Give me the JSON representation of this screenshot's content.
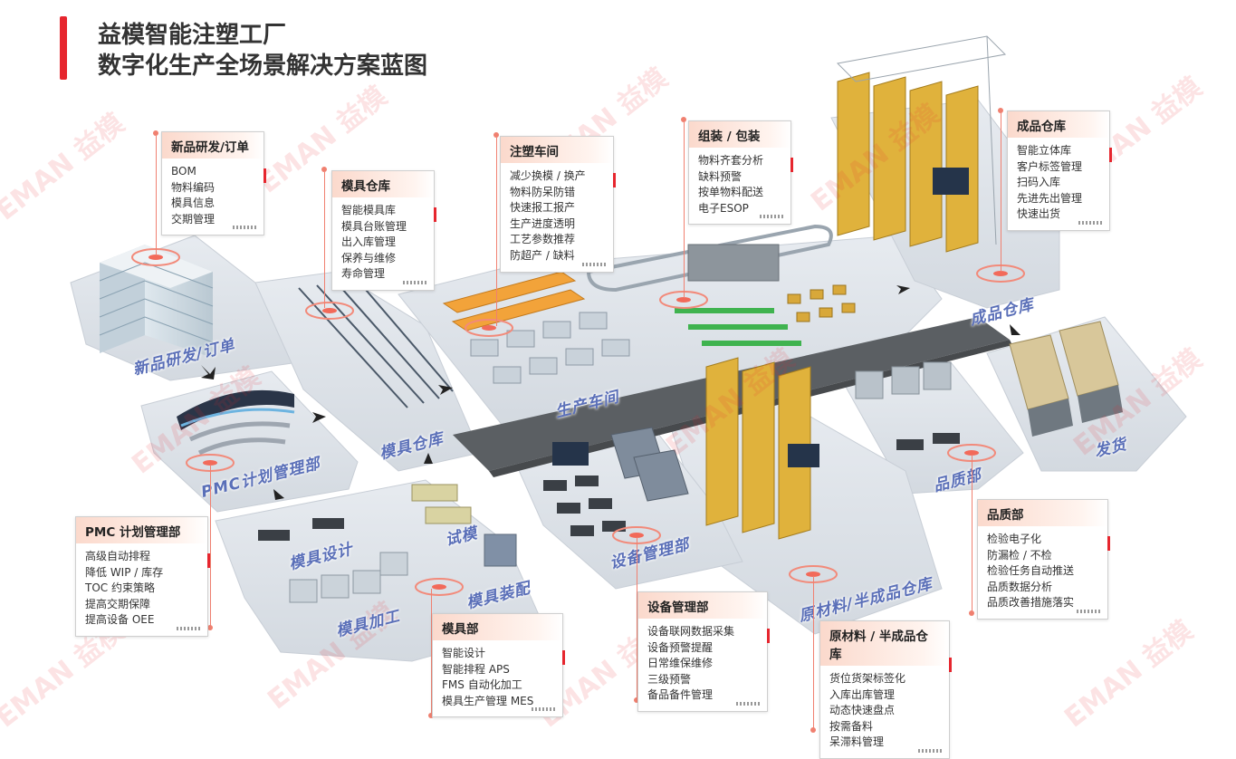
{
  "title": {
    "line1": "益模智能注塑工厂",
    "line2": "数字化生产全场景解决方案蓝图"
  },
  "watermark": {
    "brand_en": "EMAN",
    "brand_cn": "益模"
  },
  "colors": {
    "accent": "#e6262e",
    "label": "#5a6fb8",
    "floor": "#dde2e8",
    "road": "#5b5f63",
    "rack": "#e0b23c"
  },
  "zones": {
    "rd": "新品研发/订单",
    "pmc": "PMC计划管理部",
    "mold_warehouse": "模具仓库",
    "production": "生产车间",
    "finished_warehouse": "成品仓库",
    "shipping": "发货",
    "quality": "品质部",
    "raw_warehouse": "原材料/半成品仓库",
    "equipment": "设备管理部",
    "mold_design": "模具设计",
    "mold_machining": "模具加工",
    "mold_assembly": "模具装配",
    "trial": "试模"
  },
  "callouts": {
    "rd": {
      "title": "新品研发/订单",
      "items": [
        "BOM",
        "物料编码",
        "模具信息",
        "交期管理"
      ]
    },
    "mold_warehouse": {
      "title": "模具仓库",
      "items": [
        "智能模具库",
        "模具台账管理",
        "出入库管理",
        "保养与维修",
        "寿命管理"
      ]
    },
    "injection": {
      "title": "注塑车间",
      "items": [
        "减少换模 / 换产",
        "物料防呆防错",
        "快速报工报产",
        "生产进度透明",
        "工艺参数推荐",
        "防超产 / 缺料"
      ]
    },
    "assembly": {
      "title": "组装 / 包装",
      "items": [
        "物料齐套分析",
        "缺料预警",
        "按单物料配送",
        "电子ESOP"
      ]
    },
    "finished_warehouse": {
      "title": "成品仓库",
      "items": [
        "智能立体库",
        "客户标签管理",
        "扫码入库",
        "先进先出管理",
        "快速出货"
      ]
    },
    "pmc": {
      "title": "PMC 计划管理部",
      "items": [
        "高级自动排程",
        "降低 WIP / 库存",
        "TOC 约束策略",
        "提高交期保障",
        "提高设备 OEE"
      ]
    },
    "mold_dept": {
      "title": "模具部",
      "items": [
        "智能设计",
        "智能排程 APS",
        "FMS 自动化加工",
        "模具生产管理 MES"
      ]
    },
    "equipment": {
      "title": "设备管理部",
      "items": [
        "设备联网数据采集",
        "设备预警提醒",
        "日常维保维修",
        "三级预警",
        "备品备件管理"
      ]
    },
    "raw_warehouse": {
      "title": "原材料 / 半成品仓库",
      "items": [
        "货位货架标签化",
        "入库出库管理",
        "动态快速盘点",
        "按需备料",
        "呆滞料管理"
      ]
    },
    "quality": {
      "title": "品质部",
      "items": [
        "检验电子化",
        "防漏检 / 不检",
        "检验任务自动推送",
        "品质数据分析",
        "品质改善措施落实"
      ]
    }
  }
}
